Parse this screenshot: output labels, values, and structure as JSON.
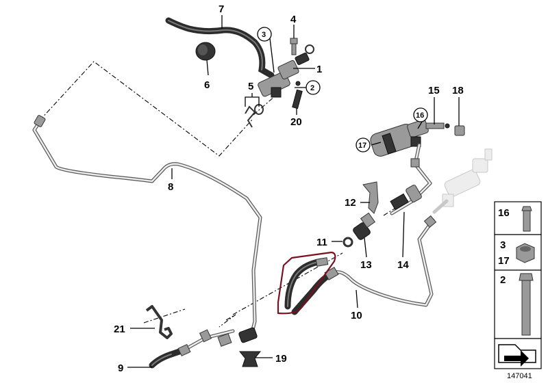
{
  "diagram": {
    "reference_number": "147041",
    "callouts": {
      "c1": "1",
      "c2": "2",
      "c3": "3",
      "c4": "4",
      "c5": "5",
      "c6": "6",
      "c7": "7",
      "c8": "8",
      "c9": "9",
      "c10": "10",
      "c11": "11",
      "c12": "12",
      "c13": "13",
      "c14": "14",
      "c15": "15",
      "c16": "16",
      "c17": "17",
      "c18": "18",
      "c19": "19",
      "c20": "20",
      "c21": "21"
    },
    "legend": {
      "bolt_label": "16",
      "nut_label_top": "3",
      "nut_label_bottom": "17",
      "long_bolt_label": "2"
    },
    "highlight_color": "#7a1020"
  }
}
